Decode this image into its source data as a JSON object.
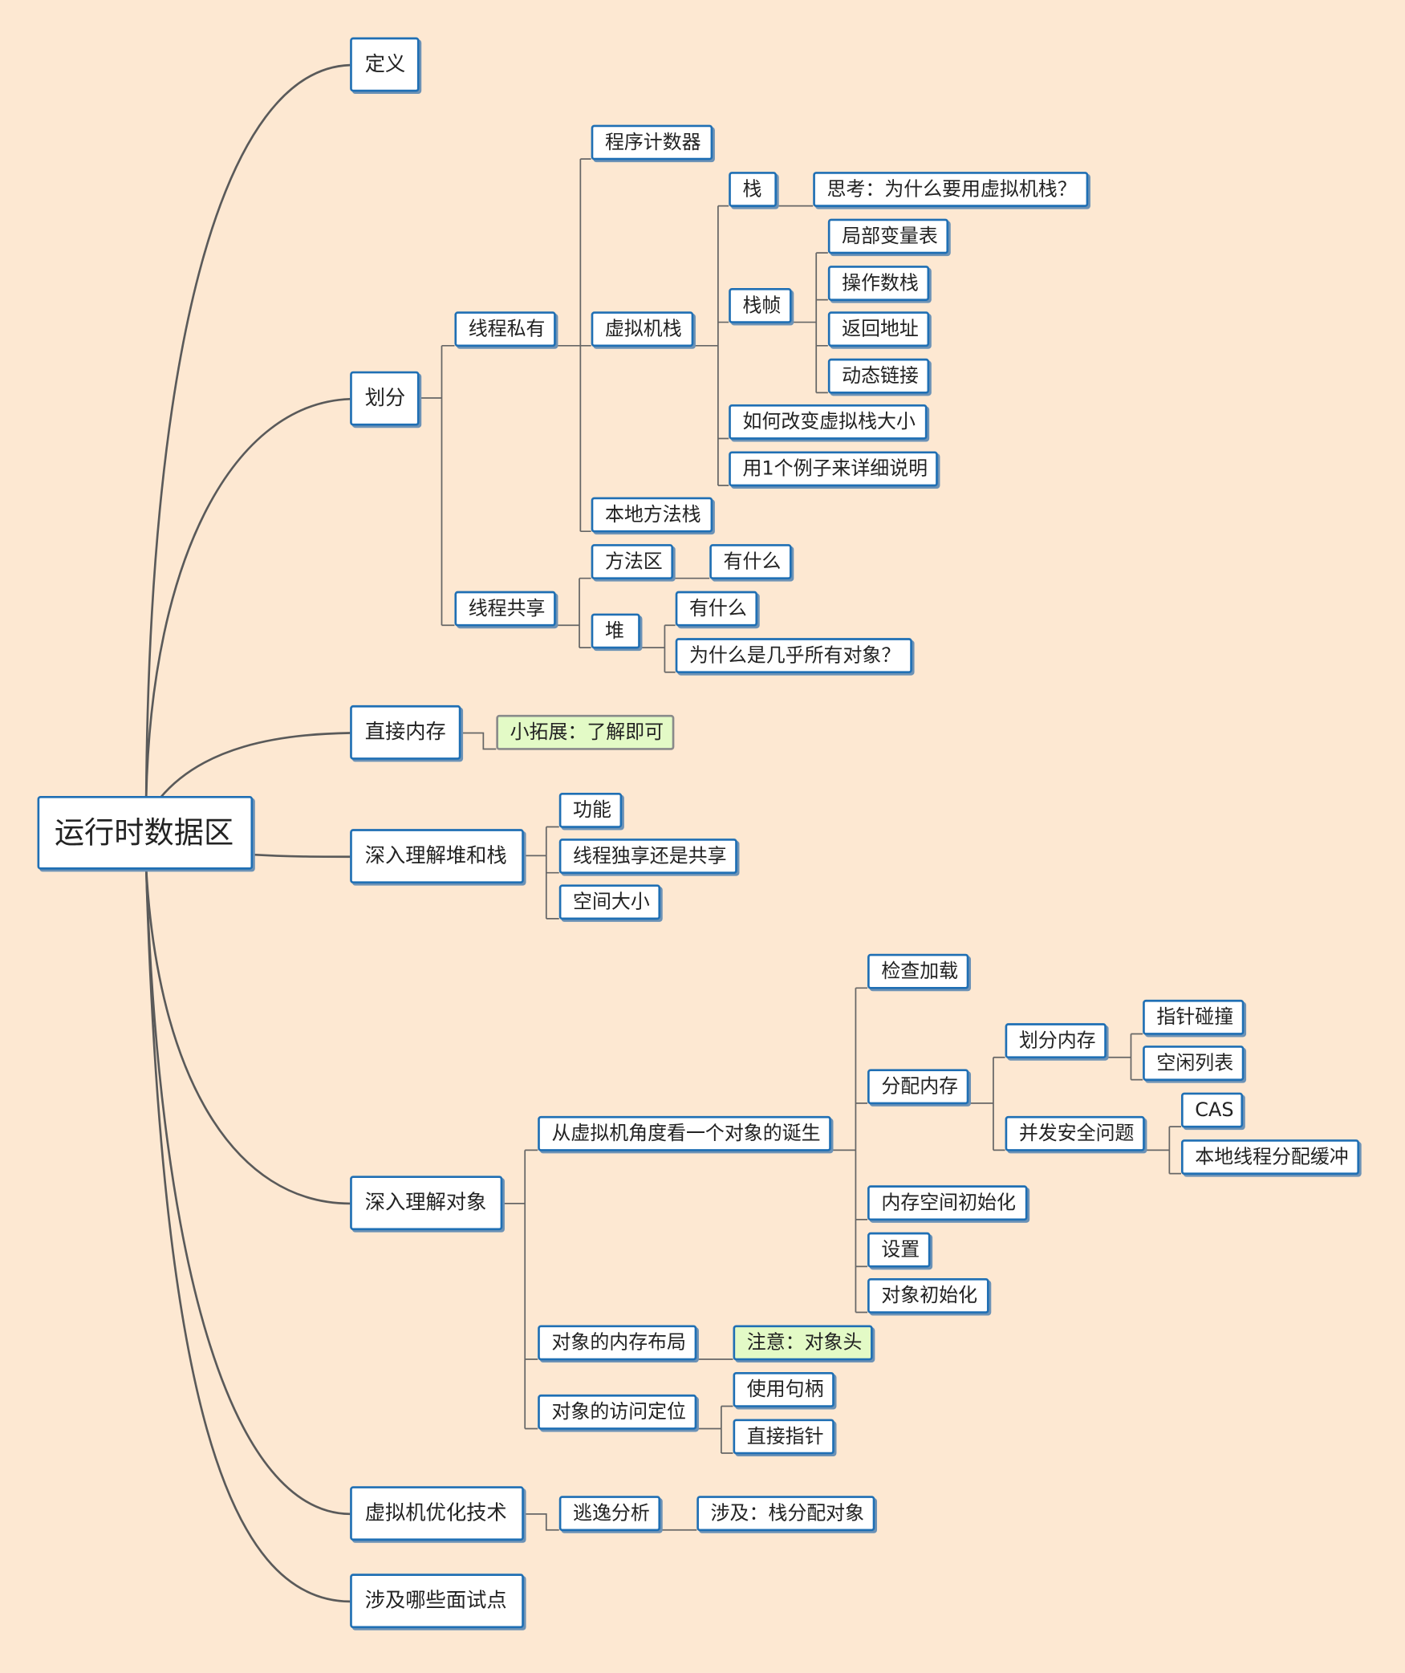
{
  "mindmap": {
    "root": "运行时数据区",
    "branches": {
      "definition": "定义",
      "division": {
        "label": "划分",
        "thread_private": {
          "label": "线程私有",
          "pc_register": "程序计数器",
          "vm_stack": {
            "label": "虚拟机栈",
            "stack": {
              "label": "栈",
              "thought": "思考：为什么要用虚拟机栈？"
            },
            "frame": {
              "label": "栈帧",
              "local_vars": "局部变量表",
              "operand_stack": "操作数栈",
              "return_address": "返回地址",
              "dynamic_linking": "动态链接"
            },
            "change_size": "如何改变虚拟栈大小",
            "example": "用1个例子来详细说明"
          },
          "native_stack": "本地方法栈"
        },
        "thread_shared": {
          "label": "线程共享",
          "method_area": {
            "label": "方法区",
            "contents": "有什么"
          },
          "heap": {
            "label": "堆",
            "contents": "有什么",
            "why_almost": "为什么是几乎所有对象？"
          }
        }
      },
      "direct_memory": {
        "label": "直接内存",
        "note": "小拓展：了解即可"
      },
      "heap_and_stack": {
        "label": "深入理解堆和栈",
        "function": "功能",
        "exclusive_or_shared": "线程独享还是共享",
        "space_size": "空间大小"
      },
      "objects": {
        "label": "深入理解对象",
        "birth": {
          "label": "从虚拟机角度看一个对象的诞生",
          "check_loading": "检查加载",
          "allocate": {
            "label": "分配内存",
            "divide_memory": {
              "label": "划分内存",
              "pointer_bump": "指针碰撞",
              "free_list": "空闲列表"
            },
            "concurrency_safety": {
              "label": "并发安全问题",
              "cas": "CAS",
              "tlab": "本地线程分配缓冲"
            }
          },
          "zero_init": "内存空间初始化",
          "setup": "设置",
          "object_init": "对象初始化"
        },
        "layout": {
          "label": "对象的内存布局",
          "note": "注意：对象头"
        },
        "access": {
          "label": "对象的访问定位",
          "handle": "使用句柄",
          "direct_pointer": "直接指针"
        }
      },
      "optimization": {
        "label": "虚拟机优化技术",
        "escape_analysis": {
          "label": "逃逸分析",
          "involves": "涉及：栈分配对象"
        }
      },
      "interview": "涉及哪些面试点"
    }
  },
  "colors": {
    "background": "#fde8d2",
    "node_border": "#1f6fb4",
    "note_fill": "#e3fac6",
    "connector": "#666666"
  }
}
